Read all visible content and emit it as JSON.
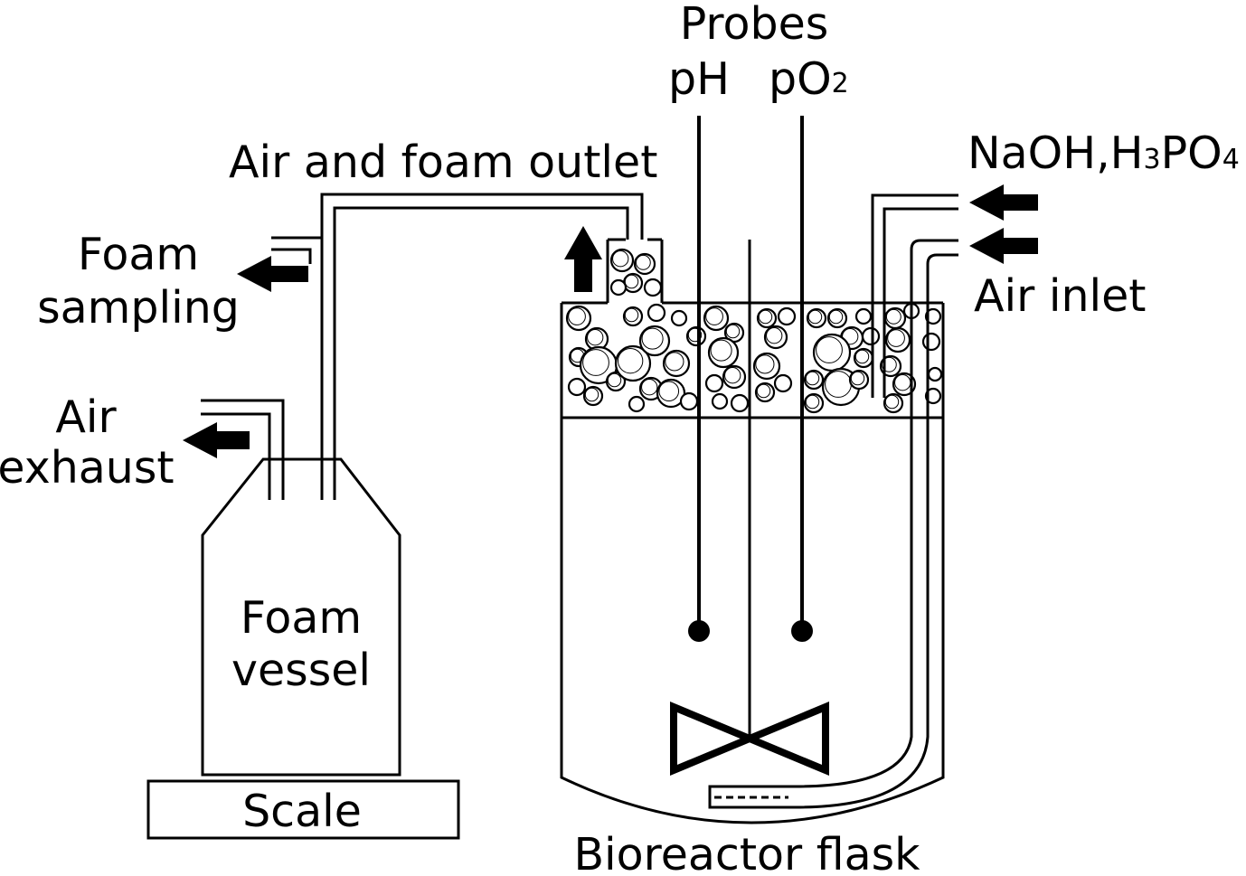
{
  "labels": {
    "probes": "Probes",
    "ph": "pH",
    "po2": "pO",
    "po2_sub": "2",
    "air_foam_outlet": "Air and foam outlet",
    "reagents_a": "NaOH,H",
    "reagents_sub3": "3",
    "reagents_b": "PO",
    "reagents_sub4": "4",
    "air_inlet": "Air inlet",
    "foam_sampling_1": "Foam",
    "foam_sampling_2": "sampling",
    "air_exhaust_1": "Air",
    "air_exhaust_2": "exhaust",
    "foam_vessel_1": "Foam",
    "foam_vessel_2": "vessel",
    "scale": "Scale",
    "bioreactor": "Bioreactor flask"
  },
  "colors": {
    "ink": "#000000",
    "background": "#ffffff"
  },
  "icons": {
    "arrow": "filled-block-arrow",
    "probe_tip": "filled-circle",
    "impeller": "double-triangle-impeller"
  }
}
